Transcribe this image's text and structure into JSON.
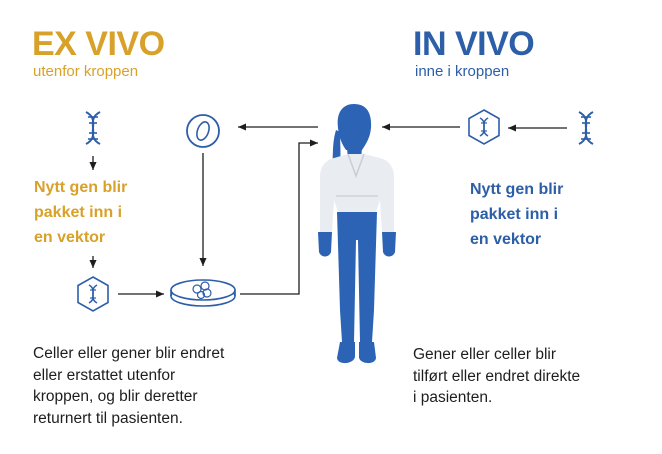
{
  "colors": {
    "ex_vivo": "#d8a12a",
    "in_vivo": "#2d5ea8",
    "figure_blue": "#2c63b5",
    "shirt": "#e9ecf1",
    "line": "#1e1e1e"
  },
  "ex_vivo": {
    "title": "EX VIVO",
    "subtitle": "utenfor kroppen",
    "vector_line1": "Nytt gen blir",
    "vector_line2": "pakket inn i",
    "vector_line3": "en vektor",
    "desc_line1": "Celler eller gener blir endret",
    "desc_line2": "eller erstattet utenfor",
    "desc_line3": "kroppen, og blir deretter",
    "desc_line4": "returnert til pasienten."
  },
  "in_vivo": {
    "title": "IN VIVO",
    "subtitle": "inne i kroppen",
    "vector_line1": "Nytt gen blir",
    "vector_line2": "pakket inn i",
    "vector_line3": "en vektor",
    "desc_line1": "Gener eller celler blir",
    "desc_line2": "tilført eller endret direkte",
    "desc_line3": "i pasienten."
  },
  "icons": {
    "dna": "dna-icon",
    "vector": "vector-hexagon-icon",
    "cell": "cell-icon",
    "dish": "petri-dish-icon",
    "patient": "patient-figure"
  }
}
